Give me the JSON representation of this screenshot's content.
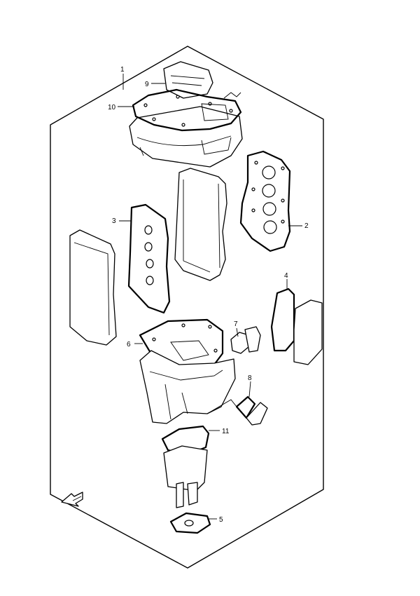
{
  "callouts": [
    {
      "id": "1",
      "label": "1"
    },
    {
      "id": "2",
      "label": "2"
    },
    {
      "id": "3",
      "label": "3"
    },
    {
      "id": "4",
      "label": "4"
    },
    {
      "id": "5",
      "label": "5"
    },
    {
      "id": "6",
      "label": "6"
    },
    {
      "id": "7",
      "label": "7"
    },
    {
      "id": "8",
      "label": "8"
    },
    {
      "id": "9",
      "label": "9"
    },
    {
      "id": "10",
      "label": "10"
    },
    {
      "id": "11",
      "label": "11"
    }
  ],
  "icons": {
    "front_arrow": "front-direction-arrow-icon"
  },
  "colors": {
    "line": "#000000",
    "background": "#ffffff"
  }
}
